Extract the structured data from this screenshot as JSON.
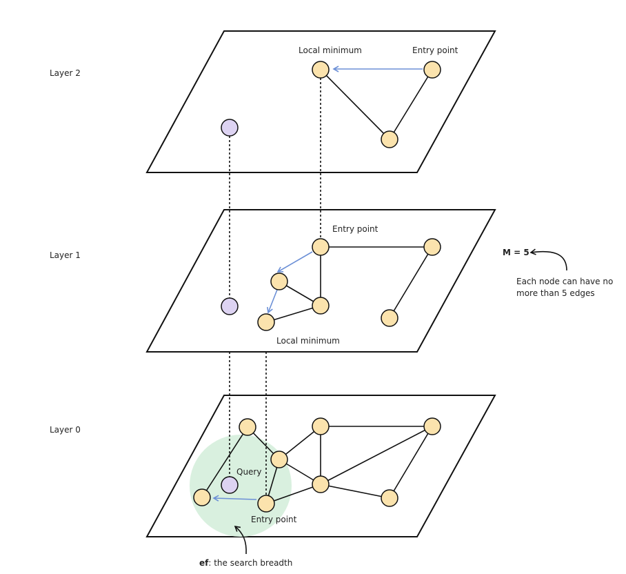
{
  "layers": {
    "layer2": "Layer 2",
    "layer1": "Layer 1",
    "layer0": "Layer 0"
  },
  "labels": {
    "l2_local_minimum": "Local minimum",
    "l2_entry_point": "Entry point",
    "l1_entry_point": "Entry point",
    "l1_local_minimum": "Local minimum",
    "l0_query": "Query",
    "l0_entry_point": "Entry point"
  },
  "annotations": {
    "m_value": "M = 5",
    "m_desc_line1": "Each node can have no",
    "m_desc_line2": "more than 5 edges",
    "ef_bold": "ef",
    "ef_rest": ": the search breadth"
  },
  "colors": {
    "node_fill": "#fbe3ad",
    "query_fill": "#ddd3f2",
    "search_region": "#d9f0df",
    "arrow": "#6b8fd6"
  }
}
